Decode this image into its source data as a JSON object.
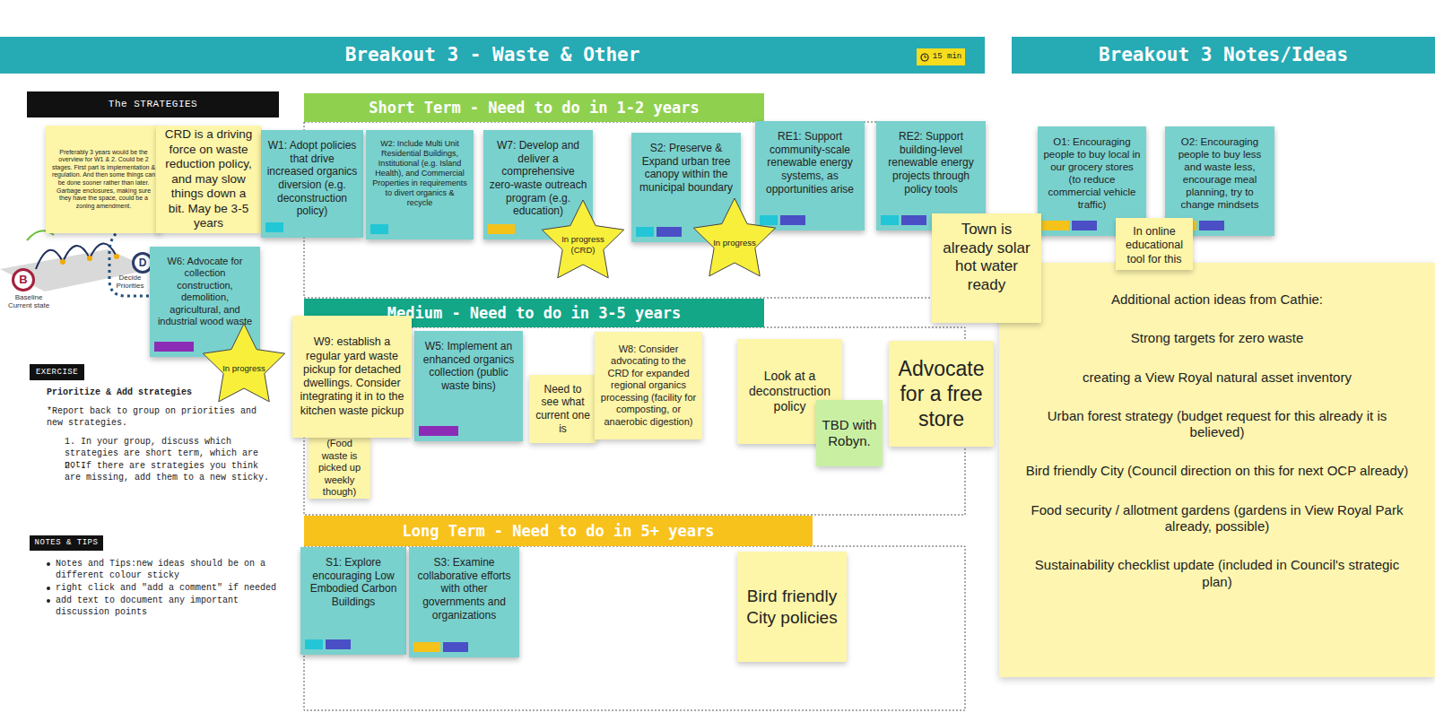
{
  "diagram": {
    "nodes": [
      {
        "text": [
          "Breakout 3 - Waste & Other"
        ]
      },
      {
        "text": [
          "15 min"
        ]
      },
      {
        "text": [
          "Breakout 3 Notes/Ideas"
        ]
      },
      {
        "text": [
          "The STRATEGIES"
        ]
      },
      {
        "text": [
          "Preferably 3 years would be the overview for W1 & 2. Could be 2 stages. First part is implementation & regulation. And then some things can be done sooner rather than later. Garbage enclosures, making sure they have the space, could be a zoning amendment."
        ]
      },
      {
        "text": [
          "CRD is a driving force on waste reduction policy, and may slow things down a bit. May be 3-5 years"
        ]
      },
      {
        "text": [
          "Short Term - Need to do in 1-2 years"
        ]
      },
      {
        "text": [
          "W1: Adopt policies that drive increased organics diversion (e.g. deconstruction policy)"
        ]
      },
      {
        "text": [
          "W2: Include Multi Unit Residential Buildings, Institutional (e.g. Island Health), and Commercial Properties in requirements to divert organics & recycle"
        ]
      },
      {
        "text": [
          "W7: Develop and deliver a comprehensive zero-waste outreach program (e.g. education)"
        ]
      },
      {
        "text": [
          "In progress (CRD)"
        ]
      },
      {
        "text": [
          "S2: Preserve & Expand urban tree canopy within the municipal boundary"
        ]
      },
      {
        "text": [
          "In progress"
        ]
      },
      {
        "text": [
          "RE1: Support community-scale renewable energy systems, as opportunities arise"
        ]
      },
      {
        "text": [
          "RE2: Support building-level renewable energy projects through policy tools"
        ]
      },
      {
        "text": [
          "O1: Encouraging people to buy local in our grocery stores (to reduce commercial vehicle traffic)"
        ]
      },
      {
        "text": [
          "O2: Encouraging people to buy less and waste less, encourage meal planning, try to change mindsets"
        ]
      },
      {
        "text": [
          "Town is already solar hot water ready"
        ]
      },
      {
        "text": [
          "In online educational tool for this"
        ]
      },
      {
        "text": [
          "Additional action ideas from Cathie:",
          "Strong targets for zero waste",
          "creating a View Royal natural asset inventory",
          "Urban forest strategy (budget request for this already it is believed)",
          "Bird friendly City (Council direction on this for next OCP already)",
          "Food security / allotment gardens (gardens in View Royal Park already, possible)",
          "Sustainability checklist update (included in Council's strategic plan)"
        ]
      },
      {
        "text": [
          "W6: Advocate for collection construction, demolition, agricultural, and industrial wood waste"
        ]
      },
      {
        "text": [
          "In progress"
        ]
      },
      {
        "text": [
          "B"
        ]
      },
      {
        "text": [
          "D"
        ]
      },
      {
        "text": [
          "Medium - Need to do in 3-5 years"
        ]
      },
      {
        "text": [
          "W9: establish a regular yard waste pickup for detached dwellings. Consider integrating it in to the kitchen waste pickup"
        ]
      },
      {
        "text": [
          "(Food waste is picked up weekly though)"
        ]
      },
      {
        "text": [
          "W5: Implement an enhanced organics collection (public waste bins)"
        ]
      },
      {
        "text": [
          "Need to see what current one is"
        ]
      },
      {
        "text": [
          "W8: Consider advocating to the CRD for expanded regional organics processing (facility for composting, or anaerobic digestion)"
        ]
      },
      {
        "text": [
          "Look at a deconstruction policy"
        ]
      },
      {
        "text": [
          "TBD with Robyn."
        ]
      },
      {
        "text": [
          "Advocate for a free store"
        ]
      },
      {
        "text": [
          "EXERCISE"
        ]
      },
      {
        "text": [
          "Long Term - Need to do in 5+ years"
        ]
      },
      {
        "text": [
          "NOTES & TIPS"
        ]
      },
      {
        "text": [
          "S1: Explore encouraging Low Embodied Carbon Buildings"
        ]
      },
      {
        "text": [
          "S3: Examine collaborative efforts with other governments and organizations"
        ]
      },
      {
        "text": [
          "Bird friendly City policies"
        ]
      }
    ],
    "labels": [
      "Baseline Current state",
      "Decide Priorities",
      "Prioritize & Add strategies",
      "*Report back to group on priorities and new strategies.",
      "1. In your group, discuss which strategies are short term, which are not.",
      "2. If there are strategies you think are missing, add them to a new sticky.",
      "Notes and Tips:new ideas should be on a different colour sticky",
      "right click and \"add a comment\" if needed",
      "add text to document any important discussion points"
    ]
  }
}
